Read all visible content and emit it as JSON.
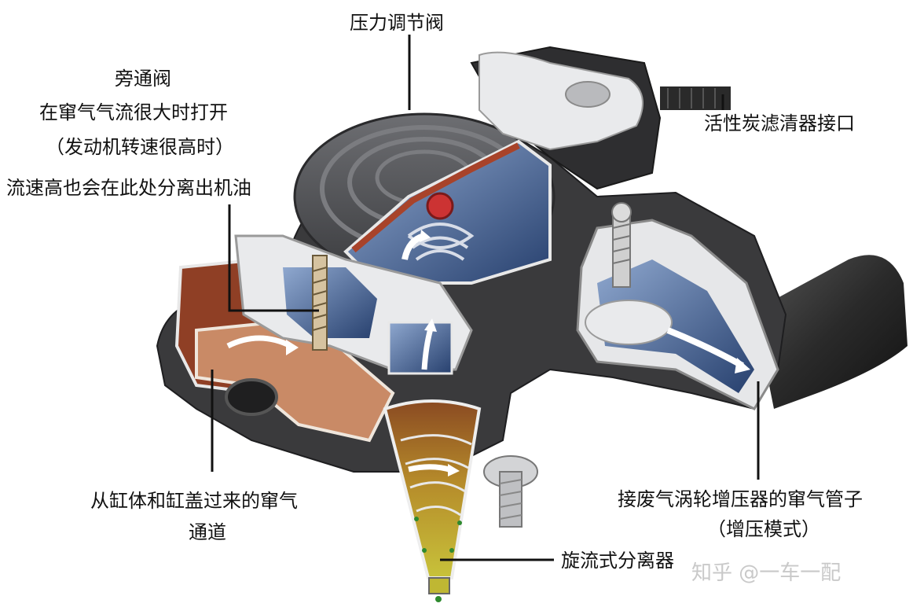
{
  "labels": {
    "pressure_valve": "压力调节阀",
    "bypass_line1": "旁通阀",
    "bypass_line2": "在窜气气流很大时打开",
    "bypass_line3": "（发动机转速很高时）",
    "bypass_line4": "流速高也会在此处分离出机油",
    "carbon_filter": "活性炭滤清器接口",
    "channel_line1": "从缸体和缸盖过来的窜气",
    "channel_line2": "通道",
    "turbo_line1": "接废气涡轮增压器的窜气管子",
    "turbo_line2": "（增压模式）",
    "cyclone": "旋流式分离器"
  },
  "watermark": "知乎 @一车一配",
  "colors": {
    "housing_dark": "#3a3a3c",
    "housing_mid": "#5a5a5e",
    "cover_light": "#e9eaec",
    "cut_red": "#a8432a",
    "flow_blue": "#2f4f86",
    "oil_yellow": "#b8b020",
    "copper": "#c98a66"
  }
}
